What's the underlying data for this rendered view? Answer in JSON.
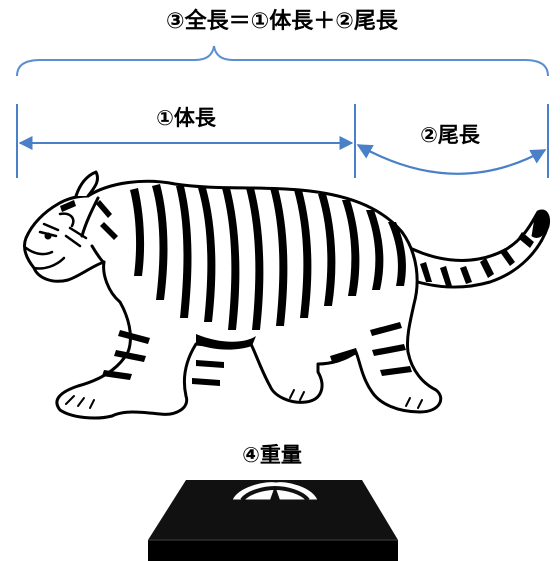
{
  "labels": {
    "total_length_formula": "③全長＝①体長＋②尾長",
    "body_length": "①体長",
    "tail_length": "②尾長",
    "weight": "④重量"
  },
  "colors": {
    "bracket": "#5b8fd1",
    "arrow": "#4a80c8",
    "ink": "#000000",
    "scale_body": "#111111"
  },
  "figures": [
    "tiger-illustration",
    "weighing-scale"
  ]
}
